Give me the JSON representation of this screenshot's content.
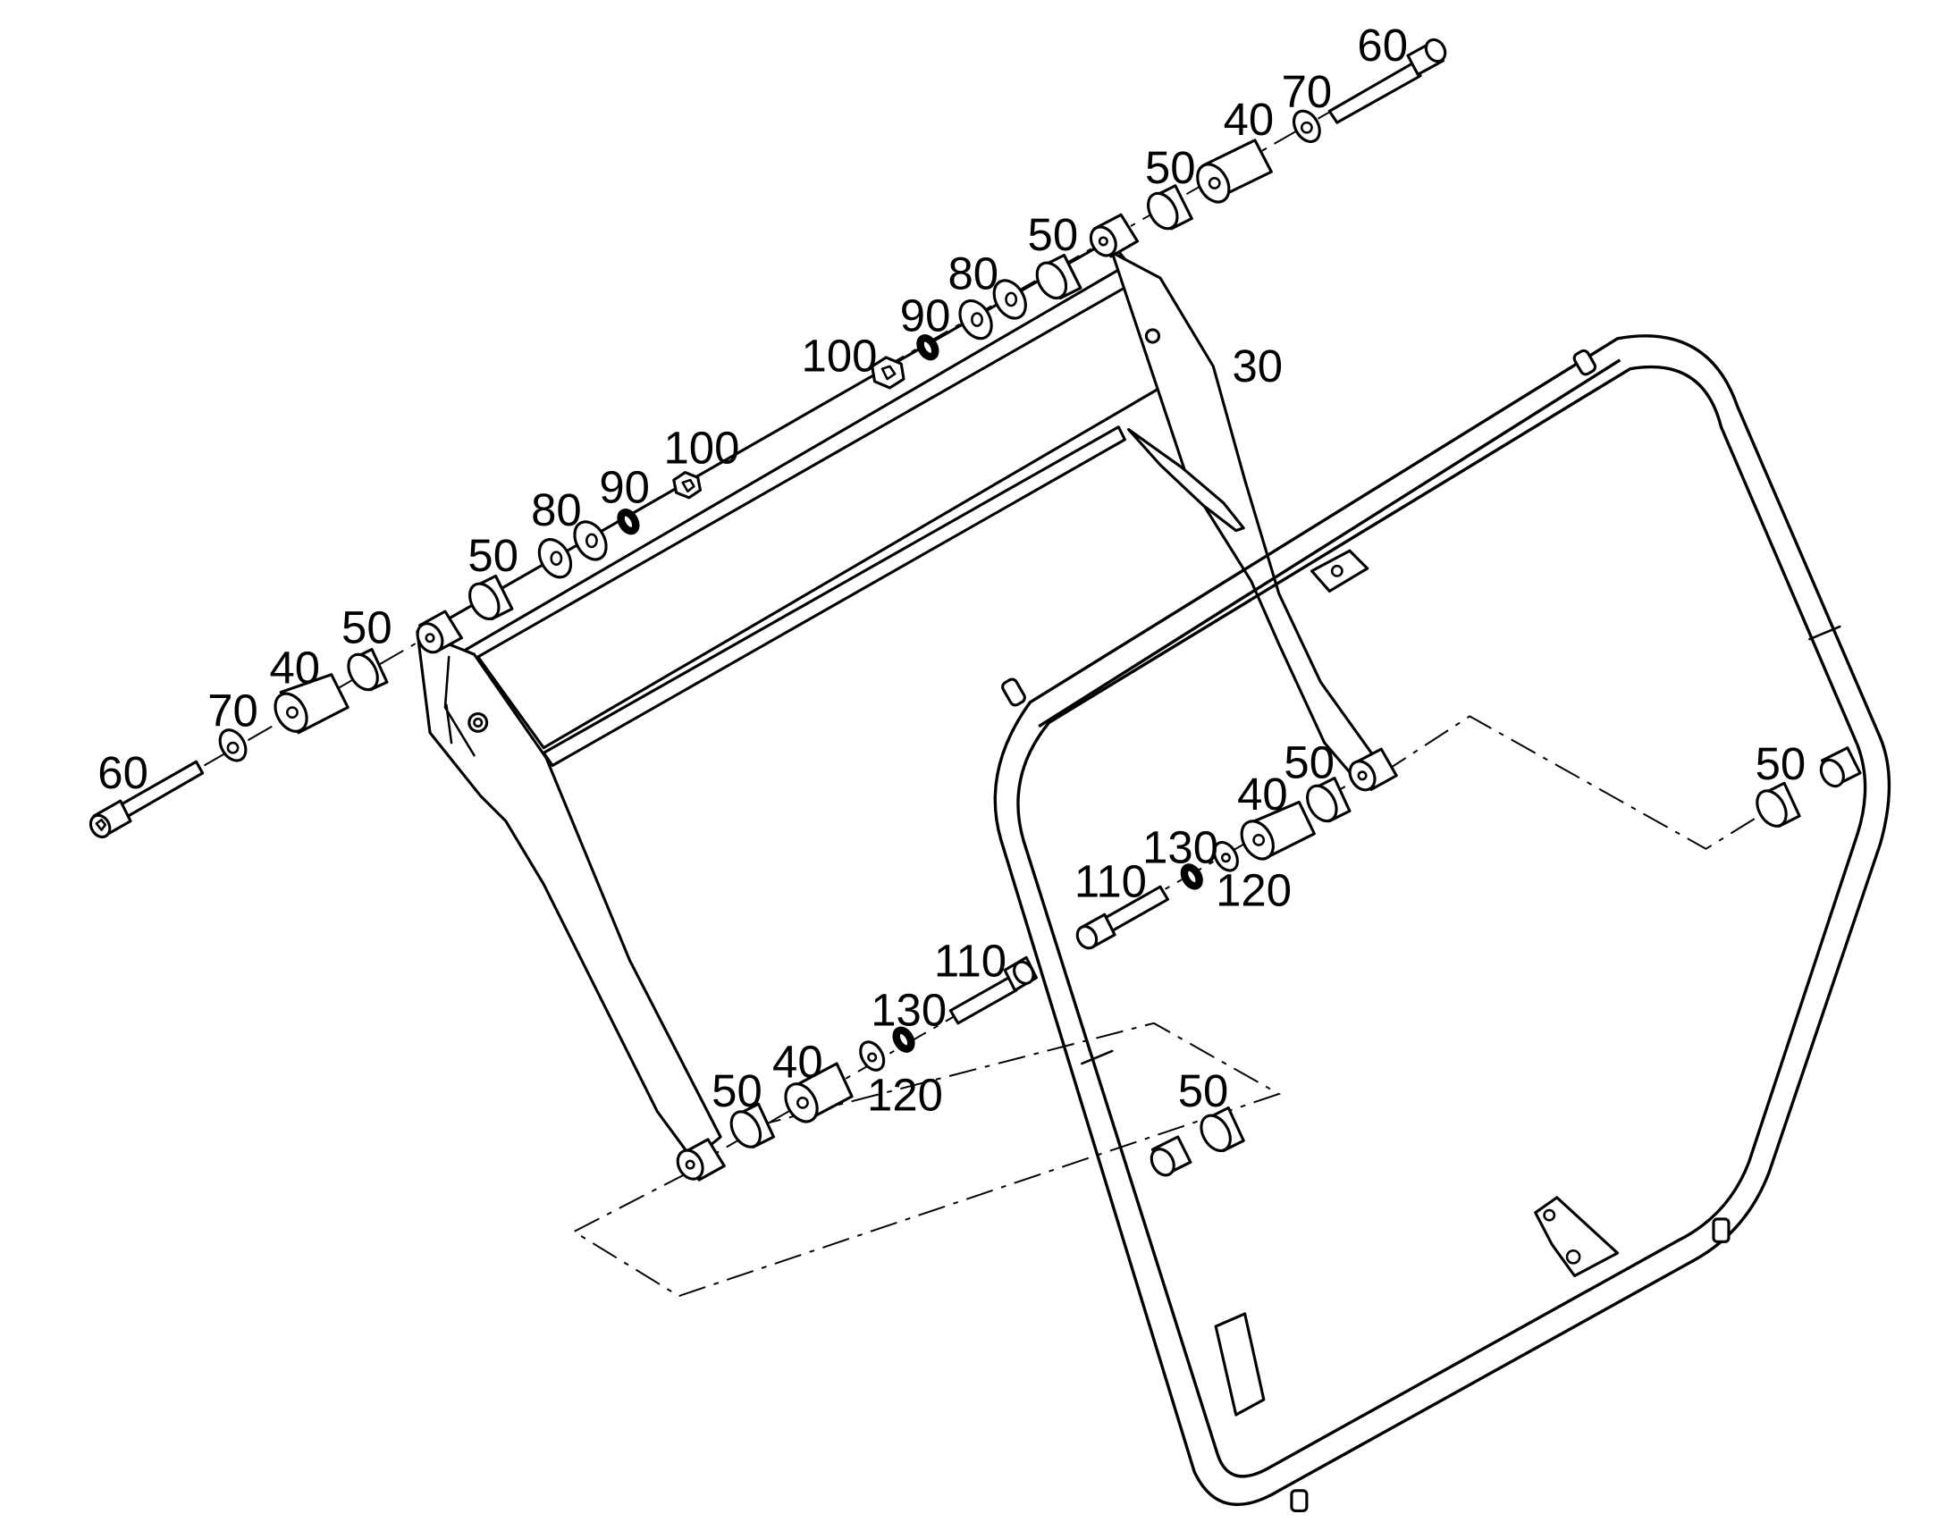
{
  "callouts": [
    {
      "id": "c60a",
      "text": "60"
    },
    {
      "id": "c70a",
      "text": "70"
    },
    {
      "id": "c40a",
      "text": "40"
    },
    {
      "id": "c50a",
      "text": "50"
    },
    {
      "id": "c50b",
      "text": "50"
    },
    {
      "id": "c80a",
      "text": "80"
    },
    {
      "id": "c90a",
      "text": "90"
    },
    {
      "id": "c100a",
      "text": "100"
    },
    {
      "id": "c100b",
      "text": "100"
    },
    {
      "id": "c90b",
      "text": "90"
    },
    {
      "id": "c80b",
      "text": "80"
    },
    {
      "id": "c50c",
      "text": "50"
    },
    {
      "id": "c50d",
      "text": "50"
    },
    {
      "id": "c40b",
      "text": "40"
    },
    {
      "id": "c70b",
      "text": "70"
    },
    {
      "id": "c60b",
      "text": "60"
    },
    {
      "id": "c30",
      "text": "30"
    },
    {
      "id": "c50e",
      "text": "50"
    },
    {
      "id": "c40c",
      "text": "40"
    },
    {
      "id": "c130a",
      "text": "130"
    },
    {
      "id": "c120a",
      "text": "120"
    },
    {
      "id": "c110a",
      "text": "110"
    },
    {
      "id": "c50f",
      "text": "50"
    },
    {
      "id": "c110b",
      "text": "110"
    },
    {
      "id": "c130b",
      "text": "130"
    },
    {
      "id": "c40d",
      "text": "40"
    },
    {
      "id": "c120b",
      "text": "120"
    },
    {
      "id": "c50g",
      "text": "50"
    },
    {
      "id": "c50h",
      "text": "50"
    }
  ],
  "colors": {
    "line": "#000000",
    "background": "#ffffff"
  }
}
